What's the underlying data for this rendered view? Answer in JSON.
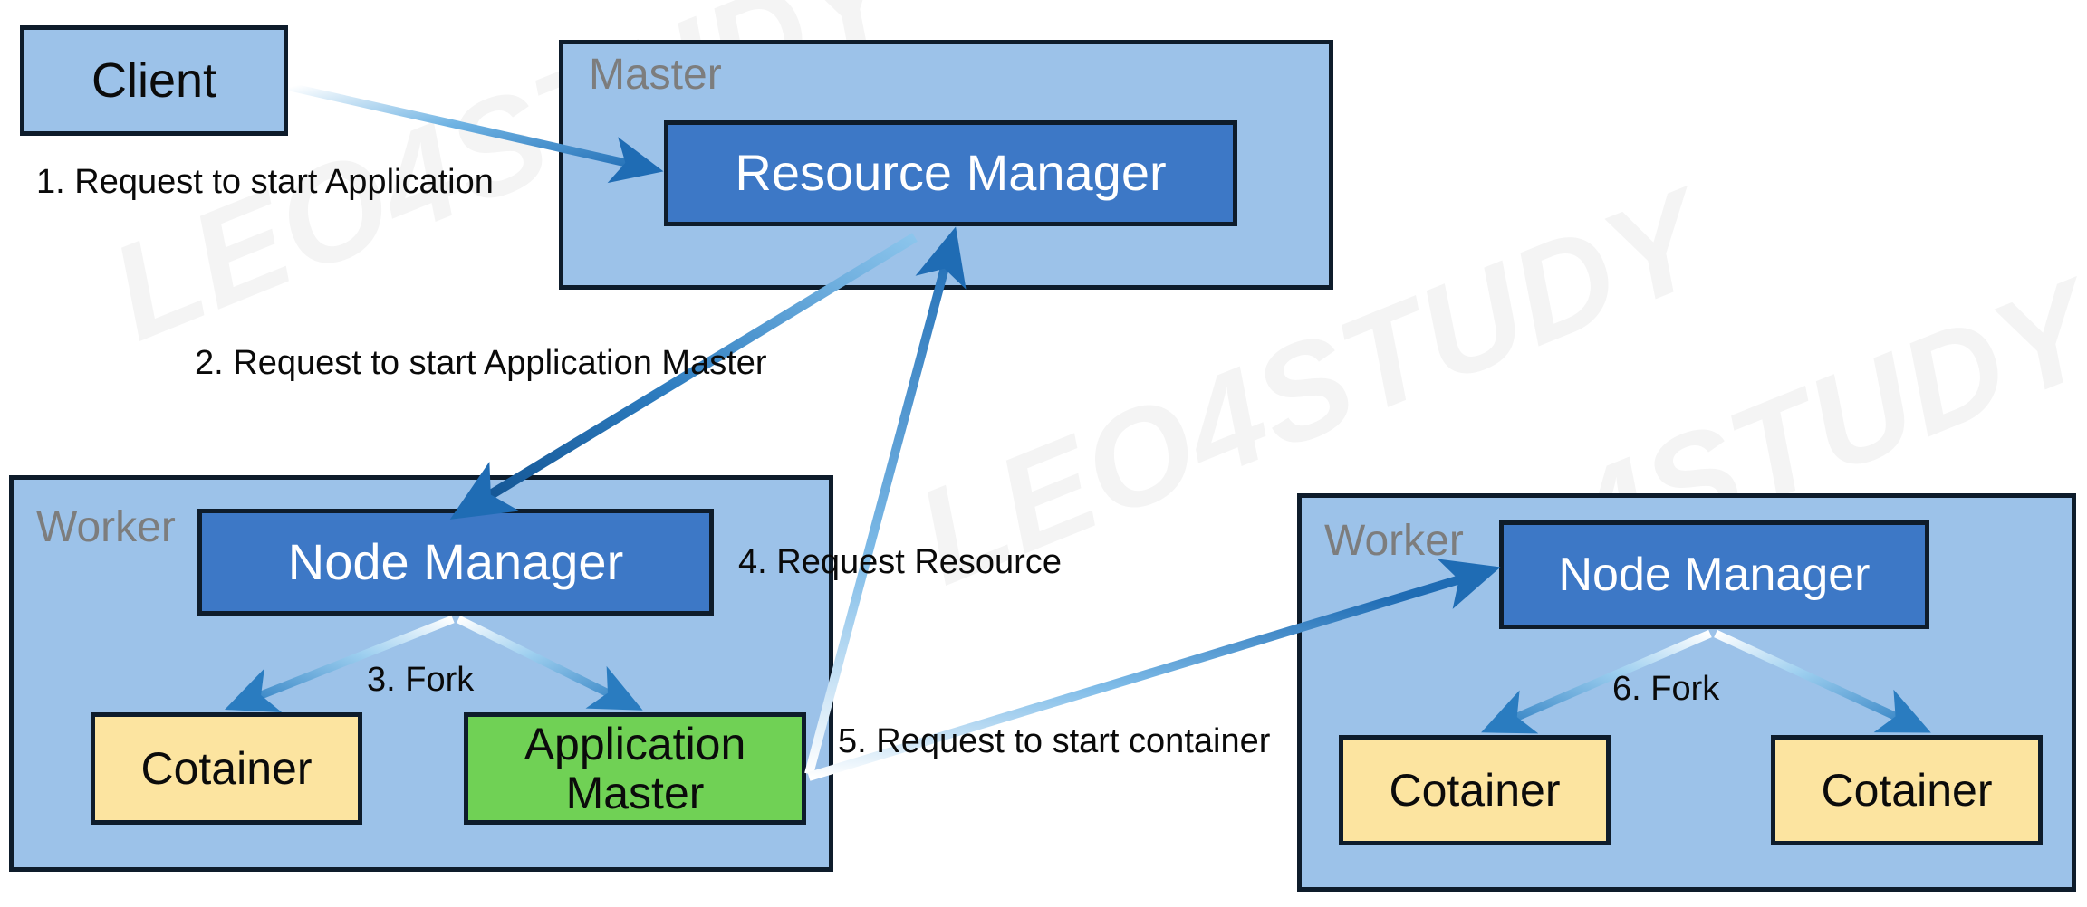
{
  "diagram": {
    "title": "YARN application submission flow",
    "watermark_text": "LEO4STUDY",
    "colors": {
      "group_fill": "#9CC2E9",
      "manager_fill": "#3D78C6",
      "container_fill": "#FCE4A0",
      "appmaster_fill": "#70D155",
      "border": "#0E1C2B",
      "group_label": "#7D7D7D",
      "arrow_dark": "#1F6CB4",
      "arrow_light": "#7FBCE8",
      "background": "#FFFFFF"
    },
    "nodes": [
      {
        "id": "client",
        "label": "Client",
        "kind": "plain-blue"
      },
      {
        "id": "master_group",
        "label": "Master",
        "kind": "group"
      },
      {
        "id": "resource_mgr",
        "label": "Resource Manager",
        "kind": "manager"
      },
      {
        "id": "worker_left",
        "label": "Worker",
        "kind": "group"
      },
      {
        "id": "node_mgr_left",
        "label": "Node Manager",
        "kind": "manager"
      },
      {
        "id": "cotainer_l1",
        "label": "Cotainer",
        "kind": "container"
      },
      {
        "id": "app_master",
        "label": "Application\nMaster",
        "line1": "Application",
        "line2": "Master",
        "kind": "appmaster"
      },
      {
        "id": "worker_right",
        "label": "Worker",
        "kind": "group"
      },
      {
        "id": "node_mgr_right",
        "label": "Node Manager",
        "kind": "manager"
      },
      {
        "id": "cotainer_r1",
        "label": "Cotainer",
        "kind": "container"
      },
      {
        "id": "cotainer_r2",
        "label": "Cotainer",
        "kind": "container"
      }
    ],
    "edge_labels": [
      {
        "id": "step1",
        "text": "1. Request to start Application"
      },
      {
        "id": "step2",
        "text": "2. Request to start Application Master"
      },
      {
        "id": "step3",
        "text": "3. Fork"
      },
      {
        "id": "step4",
        "text": "4. Request Resource"
      },
      {
        "id": "step5",
        "text": "5. Request to start container"
      },
      {
        "id": "step6",
        "text": "6. Fork"
      }
    ]
  }
}
